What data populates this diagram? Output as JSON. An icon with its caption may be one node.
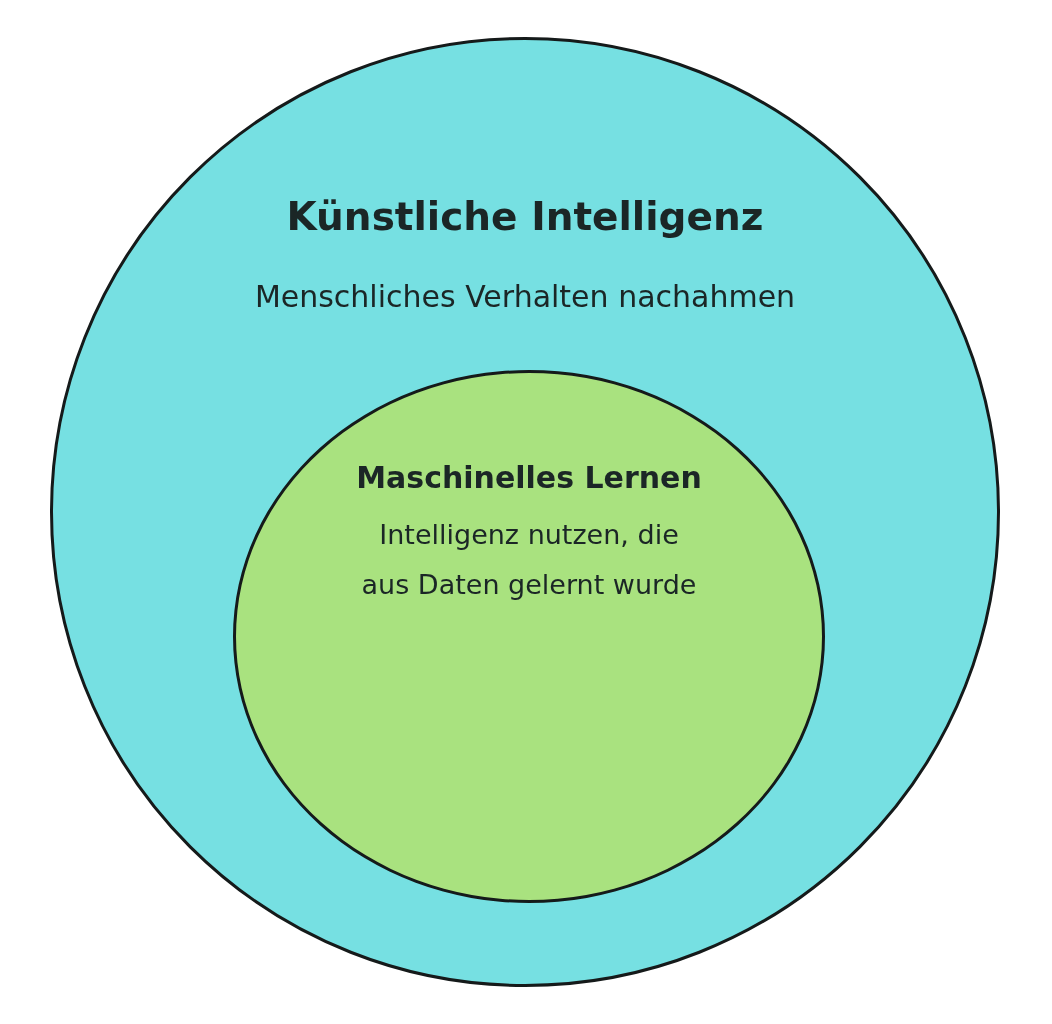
{
  "diagram": {
    "nodes": [
      {
        "text": [
          "Künstliche Intelligenz",
          "Menschliches Verhalten nachahmen"
        ]
      },
      {
        "text": [
          "Maschinelles Lernen",
          "Intelligenz nutzen, die aus Daten gelernt wurde"
        ],
        "in": 0
      }
    ]
  }
}
